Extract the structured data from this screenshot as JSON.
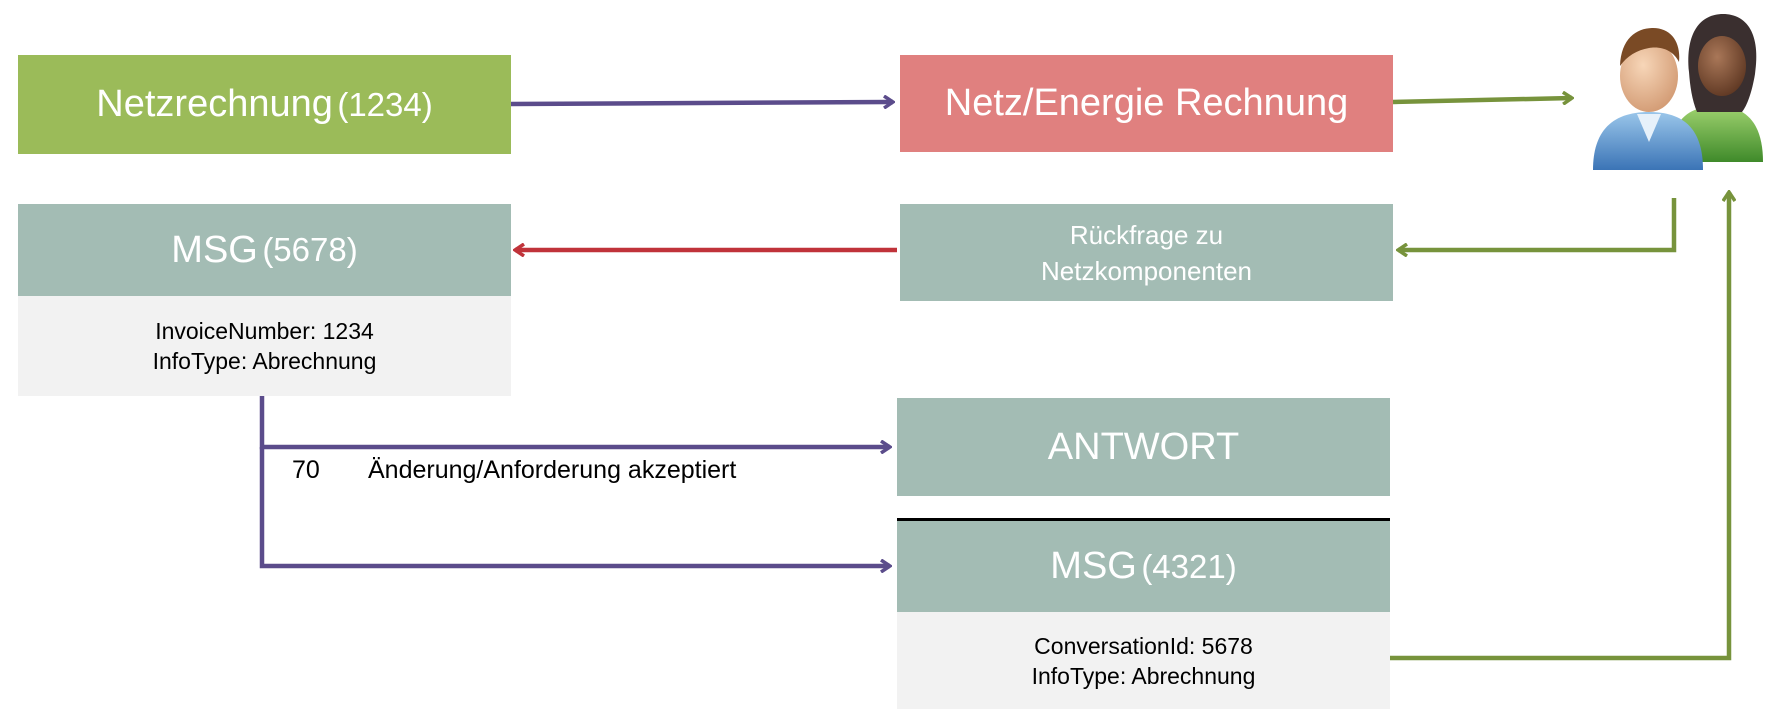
{
  "colors": {
    "green": "#9bbb59",
    "red": "#e0807f",
    "teal": "#a3bcb4",
    "detail_bg": "#f2f2f2",
    "arrow_purple": "#5b4c8b",
    "arrow_green": "#77933c",
    "arrow_red": "#c0333a"
  },
  "boxes": {
    "netzrechnung": {
      "title": "Netzrechnung",
      "number": "(1234)"
    },
    "netz_energie": {
      "title": "Netz/Energie Rechnung"
    },
    "msg_5678": {
      "title": "MSG",
      "number": "(5678)",
      "line1": "InvoiceNumber: 1234",
      "line2": "InfoType: Abrechnung"
    },
    "rueckfrage": {
      "line1": "Rückfrage zu",
      "line2": "Netzkomponenten"
    },
    "antwort": {
      "title": "ANTWORT"
    },
    "msg_4321": {
      "title": "MSG",
      "number": "(4321)",
      "line1": "ConversationId: 5678",
      "line2": "InfoType: Abrechnung"
    }
  },
  "status": {
    "code": "70",
    "text": "Änderung/Anforderung akzeptiert"
  },
  "icons": {
    "users": "users-icon"
  }
}
